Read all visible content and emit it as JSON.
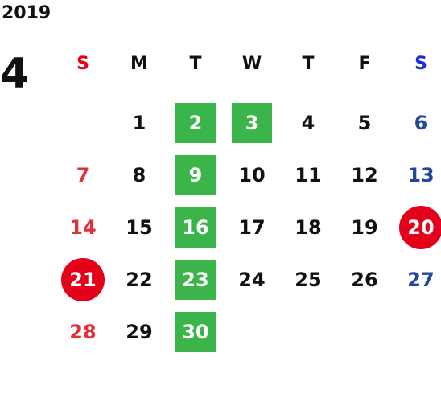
{
  "calendar": {
    "year": "2019",
    "month": "4",
    "colors": {
      "sunday": "#e0303a",
      "saturday": "#23479a",
      "highlight_box": "#3bb54a",
      "highlight_circle": "#e3001b"
    },
    "weekdays": [
      "S",
      "M",
      "T",
      "W",
      "T",
      "F",
      "S"
    ],
    "weeks": [
      [
        {
          "day": "",
          "highlight": "none"
        },
        {
          "day": "1",
          "highlight": "none"
        },
        {
          "day": "2",
          "highlight": "box"
        },
        {
          "day": "3",
          "highlight": "box"
        },
        {
          "day": "4",
          "highlight": "none"
        },
        {
          "day": "5",
          "highlight": "none"
        },
        {
          "day": "6",
          "highlight": "none"
        }
      ],
      [
        {
          "day": "7",
          "highlight": "none"
        },
        {
          "day": "8",
          "highlight": "none"
        },
        {
          "day": "9",
          "highlight": "box"
        },
        {
          "day": "10",
          "highlight": "none"
        },
        {
          "day": "11",
          "highlight": "none"
        },
        {
          "day": "12",
          "highlight": "none"
        },
        {
          "day": "13",
          "highlight": "none"
        }
      ],
      [
        {
          "day": "14",
          "highlight": "none"
        },
        {
          "day": "15",
          "highlight": "none"
        },
        {
          "day": "16",
          "highlight": "box"
        },
        {
          "day": "17",
          "highlight": "none"
        },
        {
          "day": "18",
          "highlight": "none"
        },
        {
          "day": "19",
          "highlight": "none"
        },
        {
          "day": "20",
          "highlight": "circle"
        }
      ],
      [
        {
          "day": "21",
          "highlight": "circle"
        },
        {
          "day": "22",
          "highlight": "none"
        },
        {
          "day": "23",
          "highlight": "box"
        },
        {
          "day": "24",
          "highlight": "none"
        },
        {
          "day": "25",
          "highlight": "none"
        },
        {
          "day": "26",
          "highlight": "none"
        },
        {
          "day": "27",
          "highlight": "none"
        }
      ],
      [
        {
          "day": "28",
          "highlight": "none"
        },
        {
          "day": "29",
          "highlight": "none"
        },
        {
          "day": "30",
          "highlight": "box"
        },
        {
          "day": "",
          "highlight": "none"
        },
        {
          "day": "",
          "highlight": "none"
        },
        {
          "day": "",
          "highlight": "none"
        },
        {
          "day": "",
          "highlight": "none"
        }
      ]
    ]
  }
}
